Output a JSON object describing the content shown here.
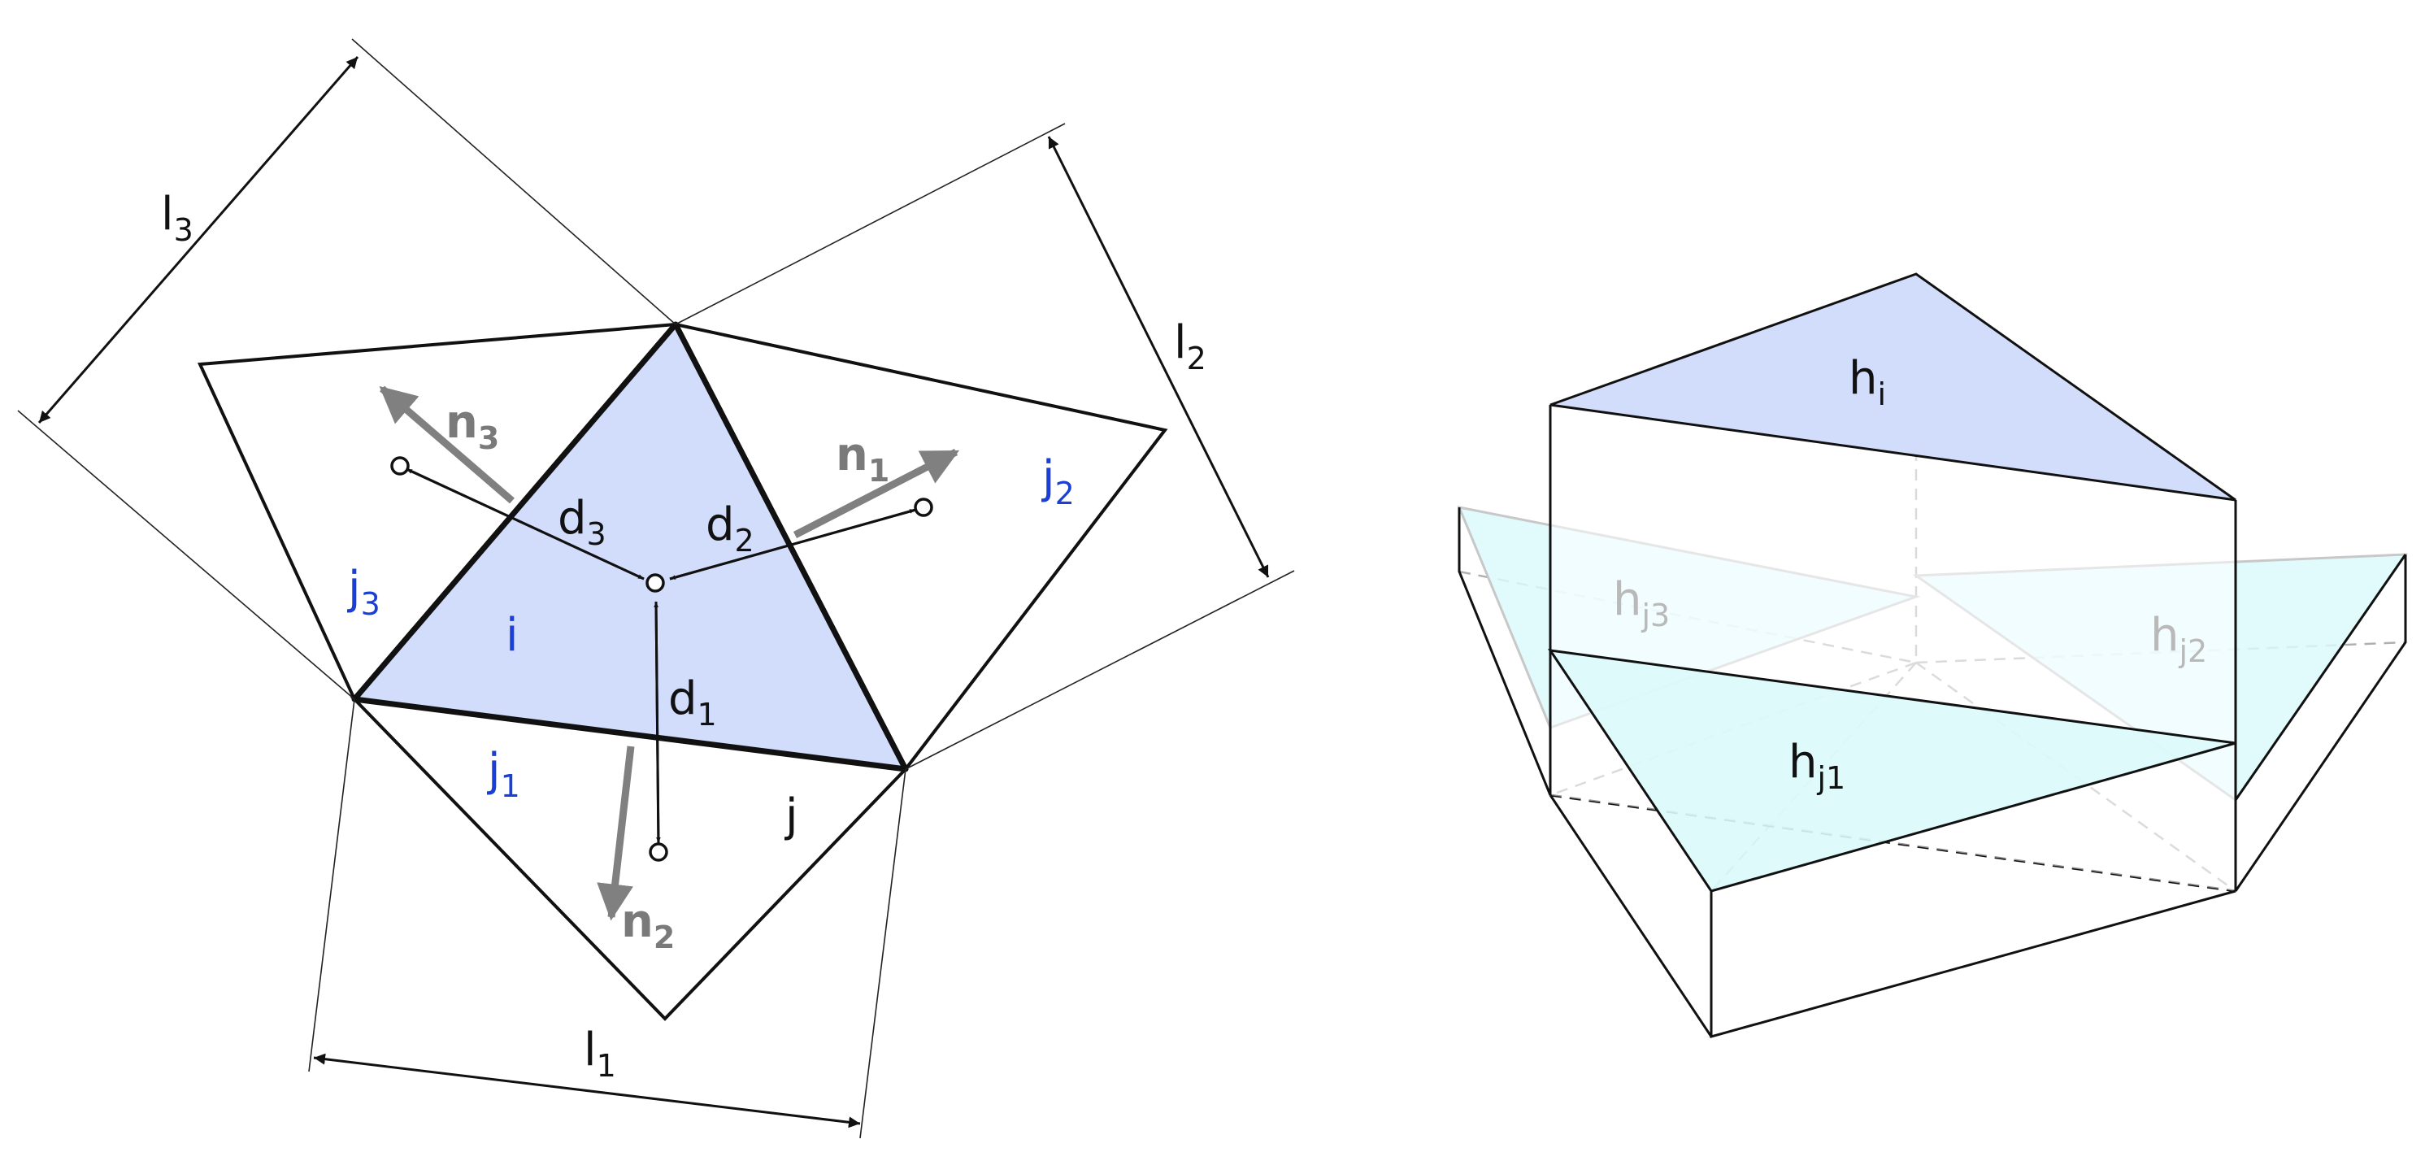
{
  "colors": {
    "fill_i": "#d2dcfb",
    "fill_j": "#dcf9fb",
    "stroke": "#111111",
    "grey_arrow": "#808080",
    "blue_label": "#1a3fd6",
    "faint_label": "#b9b9b9"
  },
  "labels": {
    "l1": {
      "base": "l",
      "sub": "1"
    },
    "l2": {
      "base": "l",
      "sub": "2"
    },
    "l3": {
      "base": "l",
      "sub": "3"
    },
    "n1": {
      "base": "n",
      "sub": "1"
    },
    "n2": {
      "base": "n",
      "sub": "2"
    },
    "n3": {
      "base": "n",
      "sub": "3"
    },
    "d1": {
      "base": "d",
      "sub": "1"
    },
    "d2": {
      "base": "d",
      "sub": "2"
    },
    "d3": {
      "base": "d",
      "sub": "3"
    },
    "i": "i",
    "j": "j",
    "j1": {
      "base": "j",
      "sub": "1"
    },
    "j2": {
      "base": "j",
      "sub": "2"
    },
    "j3": {
      "base": "j",
      "sub": "3"
    },
    "hi": {
      "base": "h",
      "sub": "i"
    },
    "hj1": {
      "base": "h",
      "sub": "j1"
    },
    "hj2": {
      "base": "h",
      "sub": "j2"
    },
    "hj3": {
      "base": "h",
      "sub": "j3"
    }
  }
}
